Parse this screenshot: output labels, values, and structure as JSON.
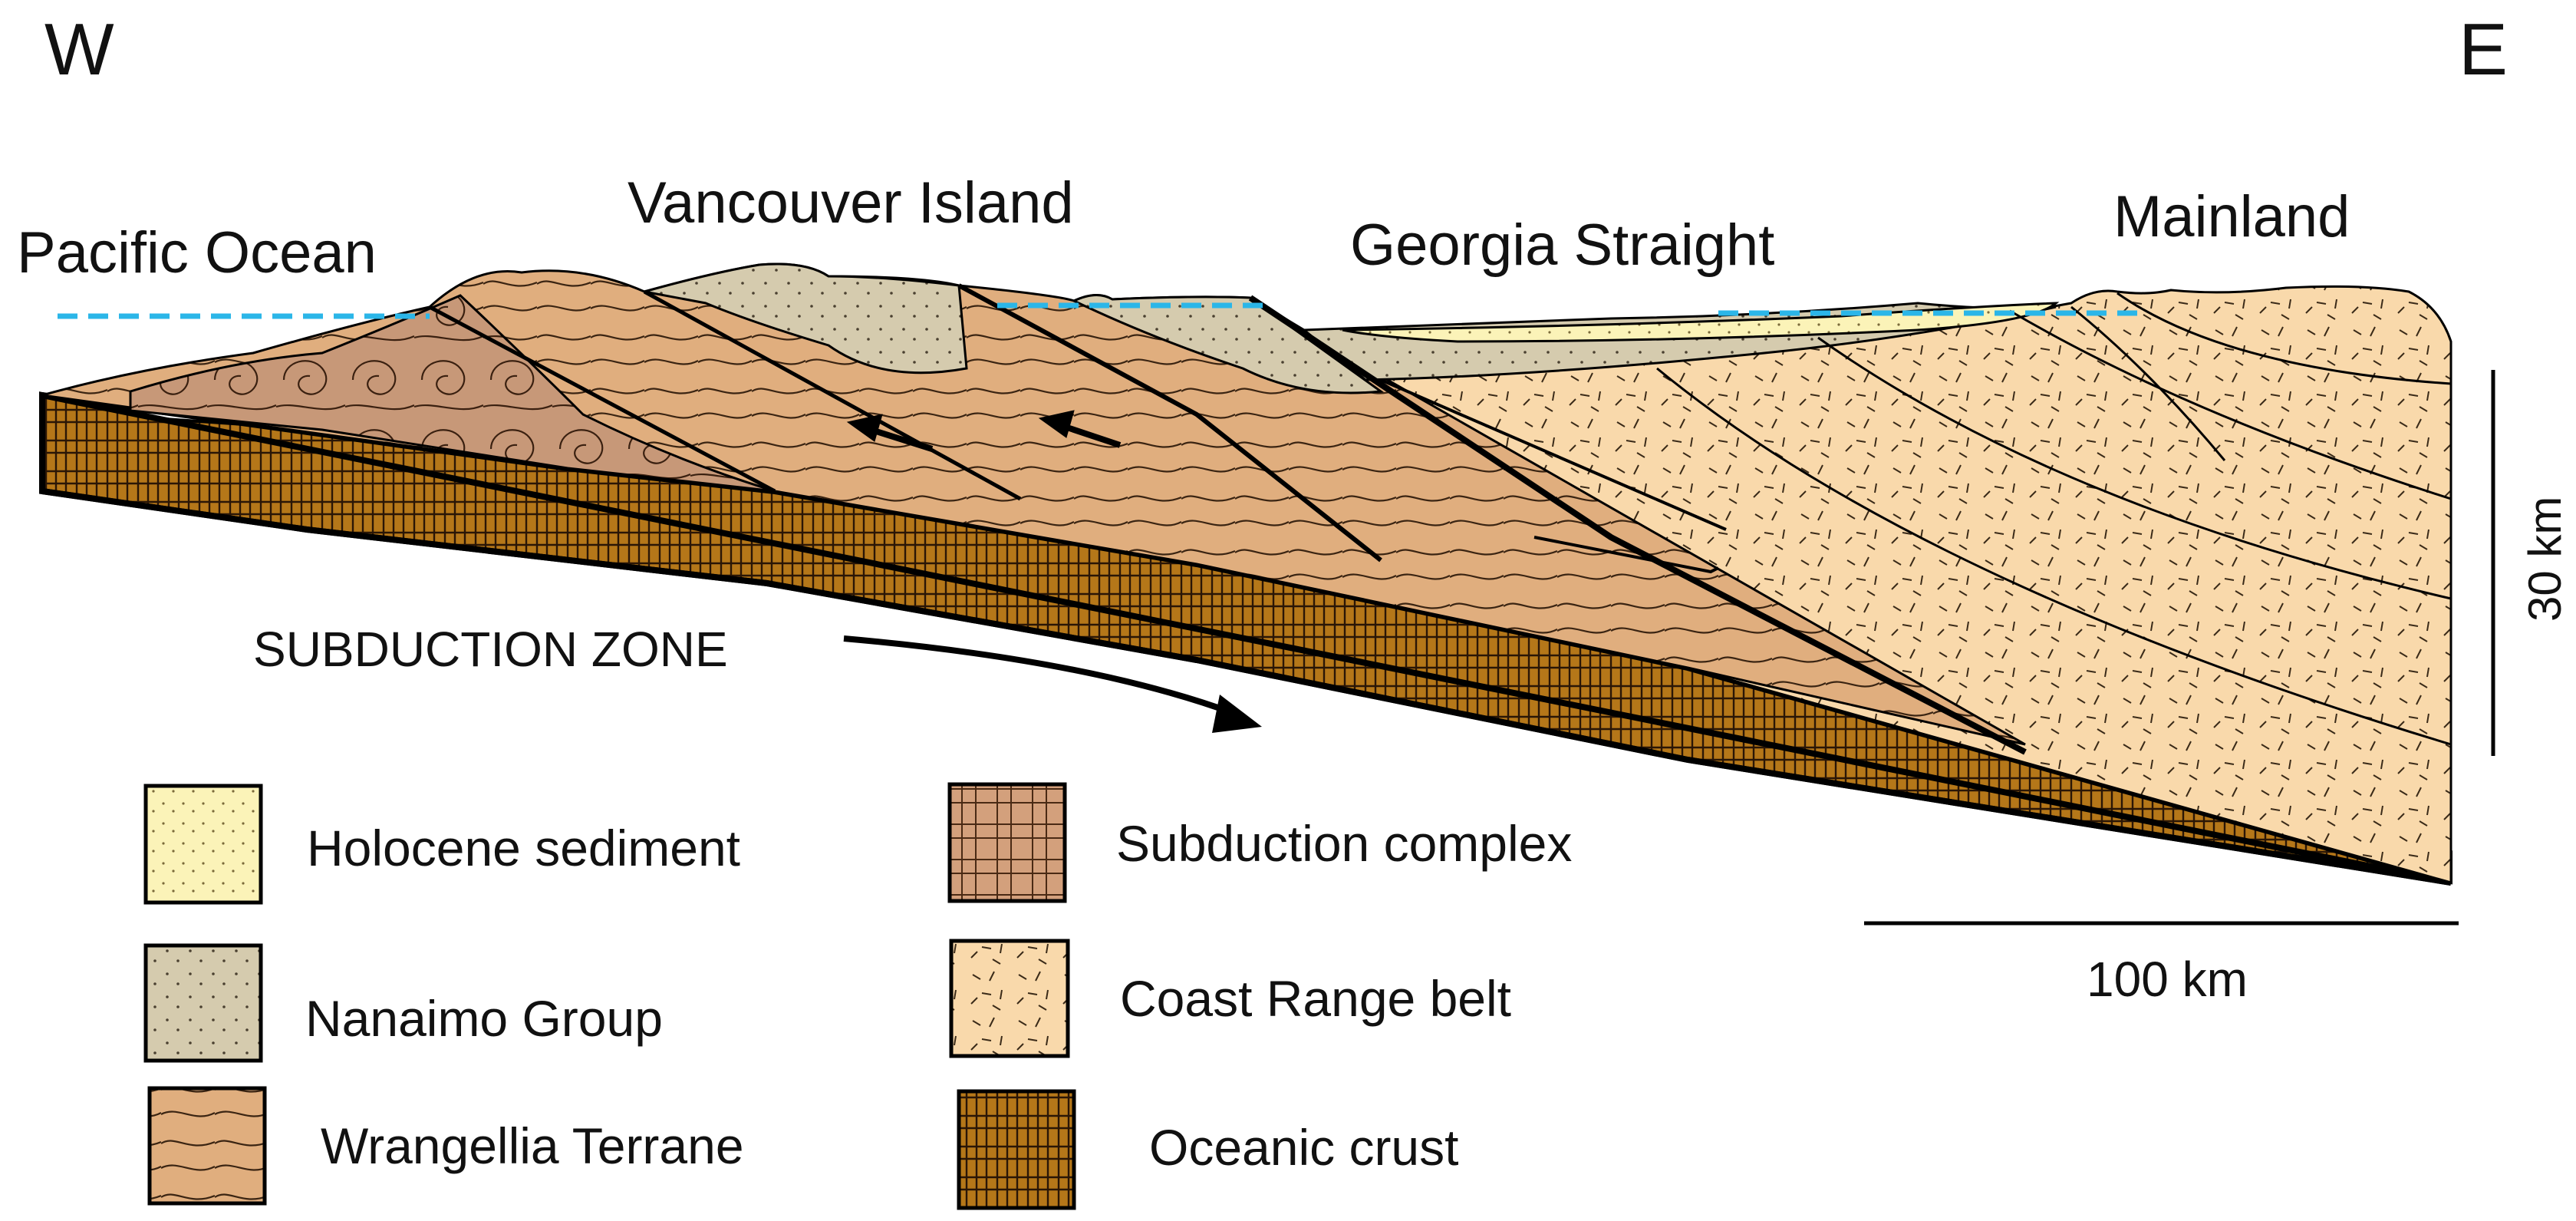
{
  "directions": {
    "west": "W",
    "east": "E"
  },
  "places": {
    "pacific_ocean": "Pacific Ocean",
    "vancouver_island": "Vancouver Island",
    "georgia_straight": "Georgia Straight",
    "mainland": "Mainland"
  },
  "subduction_label": "SUBDUCTION ZONE",
  "scale": {
    "vertical": "30 km",
    "horizontal": "100 km"
  },
  "legend": [
    {
      "id": "holocene",
      "label": "Holocene sediment",
      "color": "#FBF3B8"
    },
    {
      "id": "nanaimo",
      "label": "Nanaimo Group",
      "color": "#D5CBAE"
    },
    {
      "id": "wrangellia",
      "label": "Wrangellia Terrane",
      "color": "#E0AE7E"
    },
    {
      "id": "subduction",
      "label": "Subduction complex",
      "color": "#D3A07C"
    },
    {
      "id": "coast",
      "label": "Coast Range belt",
      "color": "#F9D9AB"
    },
    {
      "id": "oceanic",
      "label": "Oceanic crust",
      "color": "#B57719"
    }
  ],
  "colors": {
    "sea_level": "#2BB6E8",
    "outline": "#000000"
  }
}
